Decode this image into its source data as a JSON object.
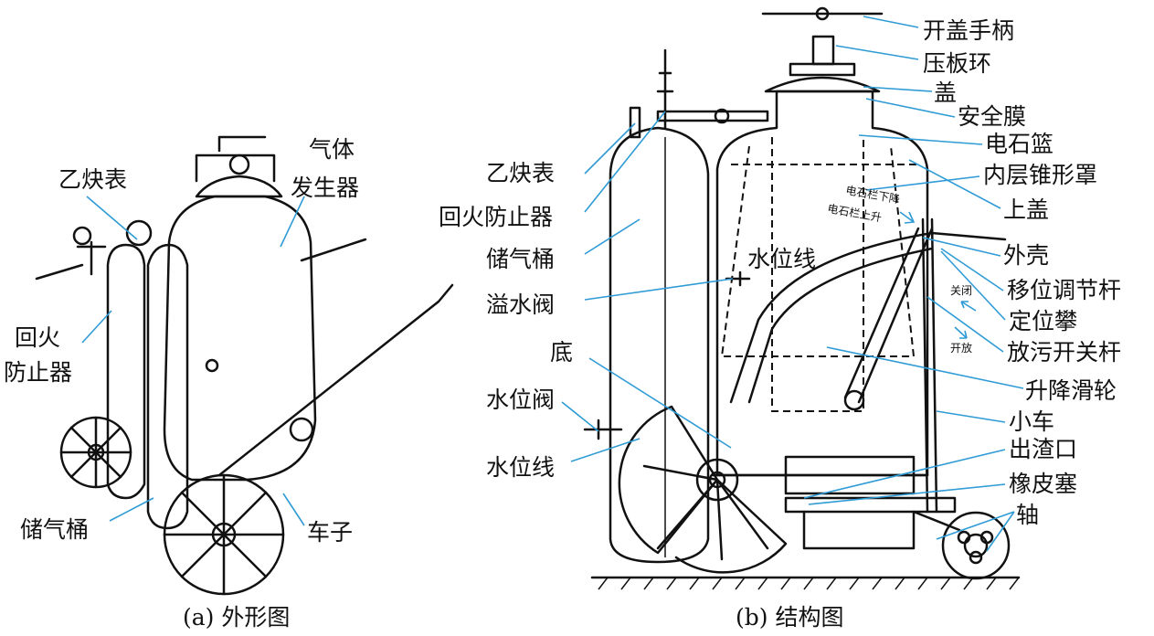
{
  "left_panel": {
    "caption": "(a) 外形图",
    "labels": {
      "acetylene_gauge": "乙炔表",
      "gas_generator_l1": "气体",
      "gas_generator_l2": "发生器",
      "flashback_l1": "回火",
      "flashback_l2": "防止器",
      "storage_tank": "储气桶",
      "wheel": "车子"
    }
  },
  "right_panel": {
    "caption": "(b) 结构图",
    "labels_left": {
      "acetylene_gauge": "乙炔表",
      "flashback_arrester": "回火防止器",
      "storage_tank": "储气桶",
      "overflow_valve": "溢水阀",
      "bottom": "底",
      "water_level_valve": "水位阀",
      "water_level_line": "水位线"
    },
    "labels_right": {
      "cover_handle": "开盖手柄",
      "pressure_ring": "压板环",
      "cover": "盖",
      "safety_membrane": "安全膜",
      "carbide_basket": "电石篮",
      "inner_cone_hood": "内层锥形罩",
      "upper_cover": "上盖",
      "shell": "外壳",
      "adjust_lever": "移位调节杆",
      "positioning_clamp": "定位攀",
      "drain_lever": "放污开关杆",
      "lift_pulley": "升降滑轮",
      "cart": "小车",
      "slag_outlet": "出渣口",
      "rubber_plug": "橡皮塞",
      "axle": "轴"
    },
    "inline_labels": {
      "water_line_mid": "水位线",
      "basket_down": "电石栏下降",
      "basket_up": "电石栏上升",
      "close": "关闭",
      "open": "开放"
    }
  }
}
